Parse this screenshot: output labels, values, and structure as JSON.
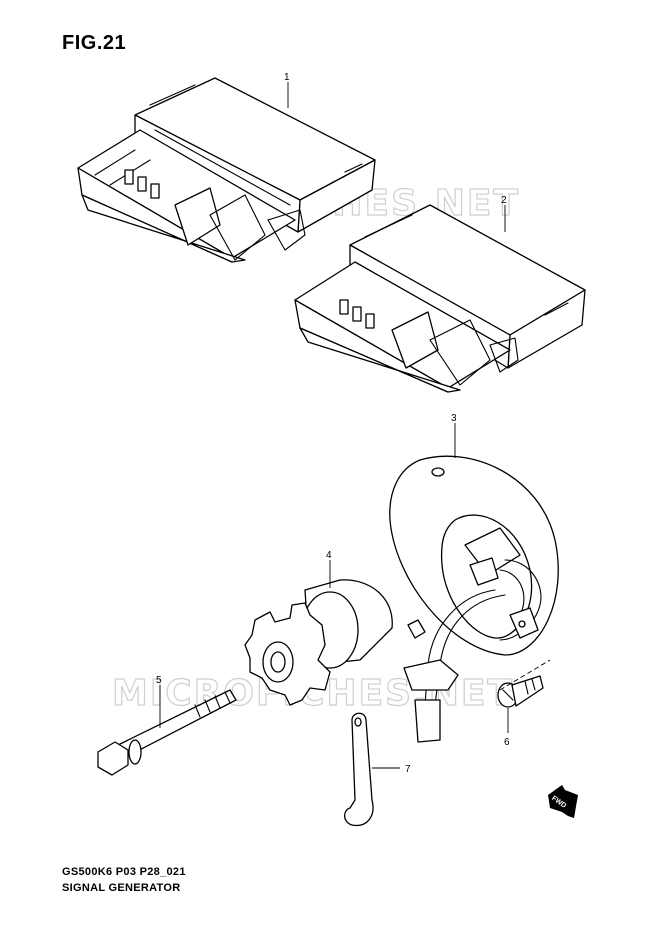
{
  "figure": {
    "title": "FIG.21",
    "footer_code": "GS500K6 P03 P28_021",
    "footer_name": "SIGNAL GENERATOR"
  },
  "watermark": "MICROFICHES.NET",
  "fwd_label": "FWD",
  "callouts": [
    "1",
    "2",
    "3",
    "4",
    "5",
    "6",
    "7"
  ]
}
